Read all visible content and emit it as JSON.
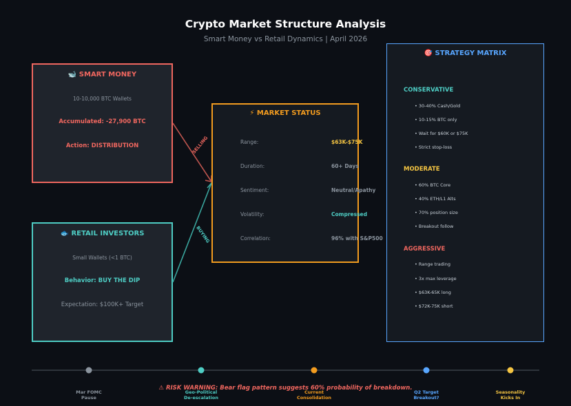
{
  "header": {
    "title": "Crypto Market Structure Analysis",
    "subtitle": "Smart Money vs Retail Dynamics | April 2026"
  },
  "smart_money": {
    "title": "🐋 SMART MONEY",
    "wallets": "10-10,000 BTC Wallets",
    "accumulated": "Accumulated: -27,900 BTC",
    "action": "Action: DISTRIBUTION",
    "color": "#f0675f"
  },
  "retail": {
    "title": "🐟 RETAIL INVESTORS",
    "wallets": "Small Wallets (<1 BTC)",
    "behavior": "Behavior: BUY THE DIP",
    "expectation": "Expectation: $100K+ Target",
    "color": "#4ecdc4"
  },
  "flows": {
    "selling": "SELLING",
    "buying": "BUYING"
  },
  "market_status": {
    "title": "⚡ MARKET STATUS",
    "rows": [
      {
        "label": "Range:",
        "value": "$63K-$75K",
        "color": "#f5c542"
      },
      {
        "label": "Duration:",
        "value": "60+ Days",
        "color": "#8b949e"
      },
      {
        "label": "Sentiment:",
        "value": "Neutral/Apathy",
        "color": "#8b949e"
      },
      {
        "label": "Volatility:",
        "value": "Compressed",
        "color": "#4ecdc4"
      },
      {
        "label": "Correlation:",
        "value": "96% with S&P500",
        "color": "#8b949e"
      }
    ],
    "color": "#f39c1f"
  },
  "strategy": {
    "title": "🎯 STRATEGY MATRIX",
    "sections": [
      {
        "name": "CONSERVATIVE",
        "color": "#4ecdc4",
        "items": [
          "• 30-40% Cash/Gold",
          "• 10-15% BTC only",
          "• Wait for $60K or $75K",
          "• Strict stop-loss"
        ]
      },
      {
        "name": "MODERATE",
        "color": "#f5c542",
        "items": [
          "• 60% BTC Core",
          "• 40% ETH/L1 Alts",
          "• 70% position size",
          "• Breakout follow"
        ]
      },
      {
        "name": "AGGRESSIVE",
        "color": "#f0675f",
        "items": [
          "• Range trading",
          "• 3x max leverage",
          "• $63K-65K long",
          "• $72K-75K short"
        ]
      }
    ],
    "color": "#58a6ff"
  },
  "timeline": [
    {
      "line1": "Mar FOMC",
      "line2": "Pause",
      "color": "#8b949e"
    },
    {
      "line1": "Geo-Political",
      "line2": "De-escalation",
      "color": "#4ecdc4"
    },
    {
      "line1": "Current",
      "line2": "Consolidation",
      "color": "#f39c1f"
    },
    {
      "line1": "Q2 Target",
      "line2": "Breakout?",
      "color": "#58a6ff"
    },
    {
      "line1": "Seasonality",
      "line2": "Kicks In",
      "color": "#f5c542"
    }
  ],
  "warning": "⚠ RISK WARNING: Bear flag pattern suggests 60% probability of breakdown."
}
